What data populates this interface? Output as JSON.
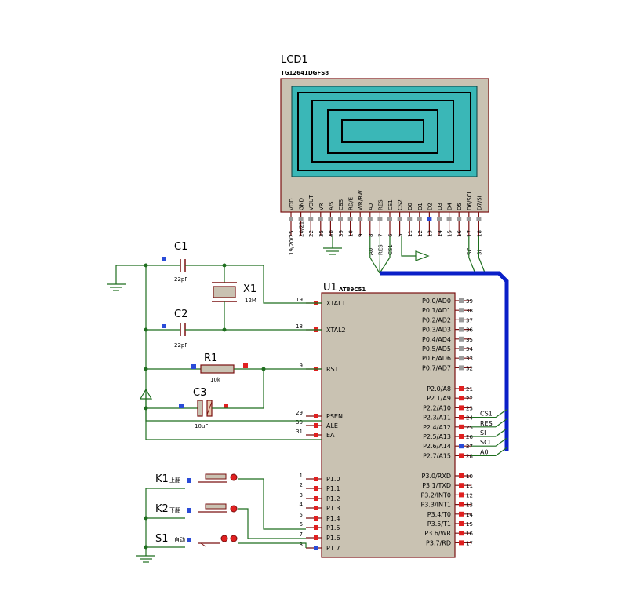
{
  "lcd": {
    "ref": "LCD1",
    "part": "TG12641DGFS8",
    "pins_left": [
      "VDD",
      "GND",
      "VOUT",
      "VR",
      "A/S",
      "CBS",
      "RD/E",
      "WR/RW",
      "A0",
      "RES",
      "CS1",
      "CS2",
      "D0",
      "D1",
      "D2",
      "D3",
      "D4",
      "D5",
      "D6/SCL",
      "D7/SI"
    ],
    "pin_numbers": [
      "19/20/25",
      "20/21",
      "22",
      "35",
      "40",
      "39",
      "10",
      "9",
      "8",
      "7",
      "6",
      "5",
      "11",
      "12",
      "13",
      "14",
      "15",
      "16",
      "17",
      "18"
    ],
    "bus_labels": [
      "A0",
      "RES",
      "CS1",
      "SCL",
      "SI"
    ]
  },
  "mcu": {
    "ref": "U1",
    "part": "AT89C51",
    "left_pins": [
      {
        "num": "19",
        "name": "XTAL1"
      },
      {
        "num": "18",
        "name": "XTAL2"
      },
      {
        "num": "9",
        "name": "RST"
      },
      {
        "num": "29",
        "name": "PSEN"
      },
      {
        "num": "30",
        "name": "ALE"
      },
      {
        "num": "31",
        "name": "EA"
      },
      {
        "num": "1",
        "name": "P1.0"
      },
      {
        "num": "2",
        "name": "P1.1"
      },
      {
        "num": "3",
        "name": "P1.2"
      },
      {
        "num": "4",
        "name": "P1.3"
      },
      {
        "num": "5",
        "name": "P1.4"
      },
      {
        "num": "6",
        "name": "P1.5"
      },
      {
        "num": "7",
        "name": "P1.6"
      },
      {
        "num": "8",
        "name": "P1.7"
      }
    ],
    "right_pins": [
      {
        "num": "39",
        "name": "P0.0/AD0"
      },
      {
        "num": "38",
        "name": "P0.1/AD1"
      },
      {
        "num": "37",
        "name": "P0.2/AD2"
      },
      {
        "num": "36",
        "name": "P0.3/AD3"
      },
      {
        "num": "35",
        "name": "P0.4/AD4"
      },
      {
        "num": "34",
        "name": "P0.5/AD5"
      },
      {
        "num": "33",
        "name": "P0.6/AD6"
      },
      {
        "num": "32",
        "name": "P0.7/AD7"
      },
      {
        "num": "21",
        "name": "P2.0/A8"
      },
      {
        "num": "22",
        "name": "P2.1/A9"
      },
      {
        "num": "23",
        "name": "P2.2/A10"
      },
      {
        "num": "24",
        "name": "P2.3/A11"
      },
      {
        "num": "25",
        "name": "P2.4/A12"
      },
      {
        "num": "26",
        "name": "P2.5/A13"
      },
      {
        "num": "27",
        "name": "P2.6/A14"
      },
      {
        "num": "28",
        "name": "P2.7/A15"
      },
      {
        "num": "10",
        "name": "P3.0/RXD"
      },
      {
        "num": "11",
        "name": "P3.1/TXD"
      },
      {
        "num": "12",
        "name": "P3.2/INT0"
      },
      {
        "num": "13",
        "name": "P3.3/INT1"
      },
      {
        "num": "14",
        "name": "P3.4/T0"
      },
      {
        "num": "15",
        "name": "P3.5/T1"
      },
      {
        "num": "16",
        "name": "P3.6/WR"
      },
      {
        "num": "17",
        "name": "P3.7/RD"
      }
    ],
    "p2_net_labels": [
      "CS1",
      "RES",
      "SI",
      "SCL",
      "A0"
    ]
  },
  "components": {
    "c1": {
      "ref": "C1",
      "value": "22pF"
    },
    "c2": {
      "ref": "C2",
      "value": "22pF"
    },
    "x1": {
      "ref": "X1",
      "value": "12M"
    },
    "r1": {
      "ref": "R1",
      "value": "10k"
    },
    "c3": {
      "ref": "C3",
      "value": "10uF"
    },
    "k1": {
      "ref": "K1",
      "note": "上翻"
    },
    "k2": {
      "ref": "K2",
      "note": "下翻"
    },
    "s1": {
      "ref": "S1",
      "note": "自动"
    }
  },
  "colors": {
    "wire": "#1e6e1e",
    "pin": "#7a1010",
    "chip_body": "#c9c2b2",
    "lcd_frame": "#c9c2b2",
    "lcd_screen": "#3ab7b7",
    "bus": "#0a1fc8",
    "pin_red": "#e02020",
    "pin_blue": "#2a4bd8"
  }
}
